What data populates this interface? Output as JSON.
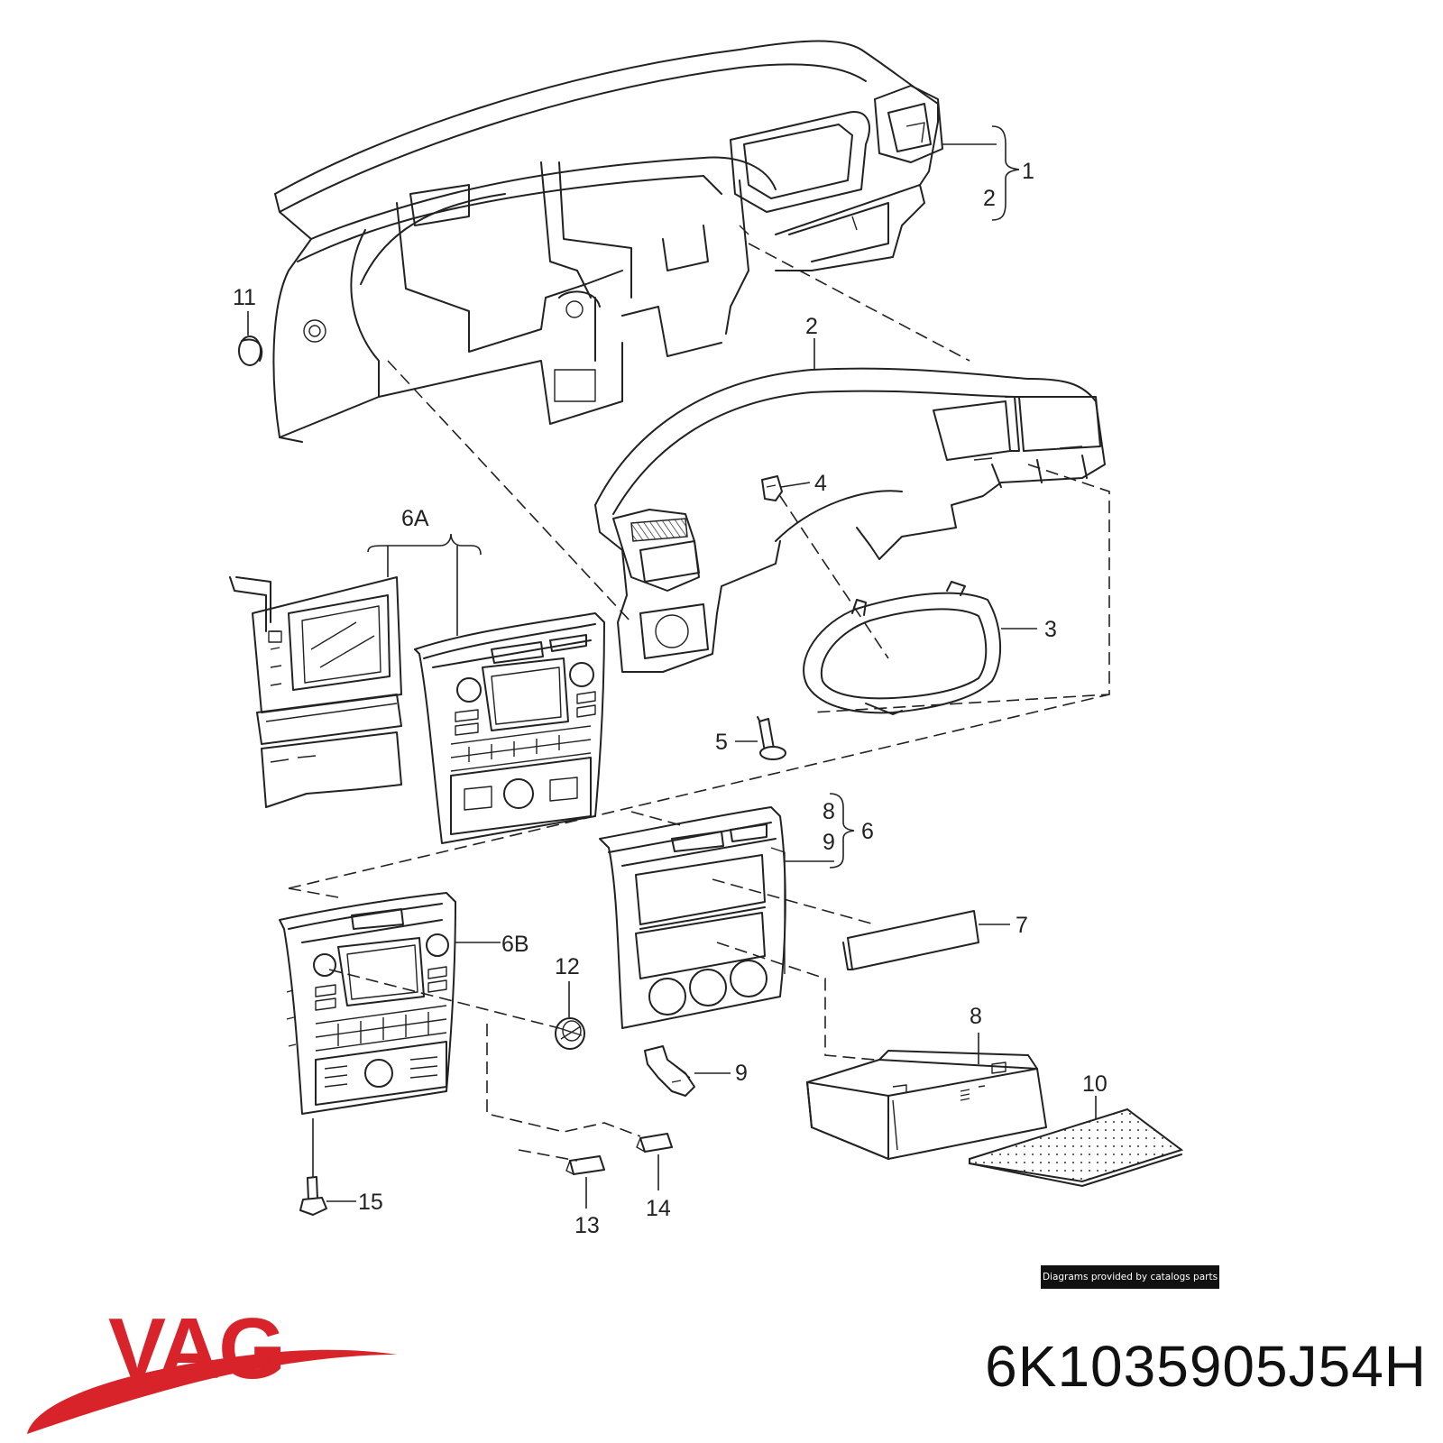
{
  "callouts": [
    {
      "id": "1",
      "label": "1"
    },
    {
      "id": "2a",
      "label": "2"
    },
    {
      "id": "2b",
      "label": "2"
    },
    {
      "id": "3",
      "label": "3"
    },
    {
      "id": "4",
      "label": "4"
    },
    {
      "id": "5",
      "label": "5"
    },
    {
      "id": "6",
      "label": "6"
    },
    {
      "id": "6A",
      "label": "6A"
    },
    {
      "id": "6B",
      "label": "6B"
    },
    {
      "id": "7",
      "label": "7"
    },
    {
      "id": "8a",
      "label": "8"
    },
    {
      "id": "8b",
      "label": "8"
    },
    {
      "id": "9a",
      "label": "9"
    },
    {
      "id": "9b",
      "label": "9"
    },
    {
      "id": "10",
      "label": "10"
    },
    {
      "id": "11",
      "label": "11"
    },
    {
      "id": "12",
      "label": "12"
    },
    {
      "id": "13",
      "label": "13"
    },
    {
      "id": "14",
      "label": "14"
    },
    {
      "id": "15",
      "label": "15"
    }
  ],
  "credit": "Diagrams provided by catalogs parts",
  "brand": {
    "name": "VAG",
    "color": "#d8232a"
  },
  "part_number": "6K1035905J54H"
}
